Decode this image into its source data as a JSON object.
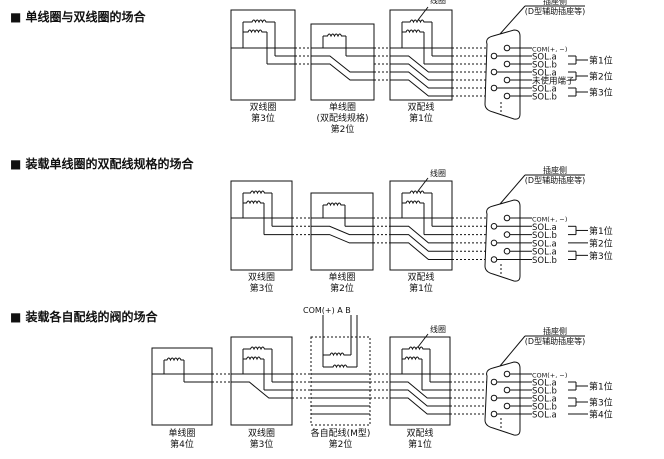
{
  "sections": [
    {
      "title": "■ 单线圈与双线圈的场合",
      "coil_label": "线圈",
      "connector_label": "插座侧",
      "connector_sub": "(D型辅助插座等)",
      "valves": [
        {
          "type": "double",
          "consumes": 2,
          "label": [
            "双线圈",
            "第3位"
          ]
        },
        {
          "type": "single",
          "consumes": 2,
          "label": [
            "单线圈",
            "(双配线规格)",
            "第2位"
          ]
        },
        {
          "type": "double",
          "consumes": 2,
          "label": [
            "双配线",
            "第1位"
          ]
        }
      ],
      "pins": [
        "COM(+, −)",
        "SOL.a",
        "SOL.b",
        "SOL.a",
        "未使用端子",
        "SOL.a",
        "SOL.b"
      ],
      "groups": [
        {
          "label": "第1位",
          "rows": [
            1,
            2
          ]
        },
        {
          "label": "第2位",
          "rows": [
            3,
            4
          ]
        },
        {
          "label": "第3位",
          "rows": [
            5,
            6
          ]
        }
      ]
    },
    {
      "title": "■ 装载单线圈的双配线规格的场合",
      "coil_label": "线圈",
      "connector_label": "插座侧",
      "connector_sub": "(D型辅助插座等)",
      "valves": [
        {
          "type": "double",
          "consumes": 2,
          "label": [
            "双线圈",
            "第3位"
          ]
        },
        {
          "type": "single",
          "consumes": 1,
          "label": [
            "单线圈",
            "第2位"
          ]
        },
        {
          "type": "double",
          "consumes": 2,
          "label": [
            "双配线",
            "第1位"
          ]
        }
      ],
      "pins": [
        "COM(+, −)",
        "SOL.a",
        "SOL.b",
        "SOL.a",
        "SOL.a",
        "SOL.b"
      ],
      "groups": [
        {
          "label": "第1位",
          "rows": [
            1,
            2
          ]
        },
        {
          "label": "第2位",
          "rows": [
            3,
            3
          ]
        },
        {
          "label": "第3位",
          "rows": [
            4,
            5
          ]
        }
      ]
    },
    {
      "title": "■ 装载各自配线的阀的场合",
      "coil_label": "线圈",
      "connector_label": "插座侧",
      "connector_sub": "(D型辅助插座等)",
      "m_type_label": "COM(+)  A B",
      "valves": [
        {
          "type": "single",
          "consumes": 1,
          "label": [
            "单线圈",
            "第4位"
          ]
        },
        {
          "type": "double",
          "consumes": 2,
          "label": [
            "双线圈",
            "第3位"
          ]
        },
        {
          "type": "mtype",
          "consumes": 0,
          "label": [
            "各自配线(M型)",
            "第2位"
          ]
        },
        {
          "type": "double",
          "consumes": 2,
          "label": [
            "双配线",
            "第1位"
          ]
        }
      ],
      "pins": [
        "COM(+, −)",
        "SOL.a",
        "SOL.b",
        "SOL.a",
        "SOL.b",
        "SOL.a"
      ],
      "groups": [
        {
          "label": "第1位",
          "rows": [
            1,
            2
          ]
        },
        {
          "label": "第3位",
          "rows": [
            3,
            4
          ]
        },
        {
          "label": "第4位",
          "rows": [
            5,
            5
          ]
        }
      ]
    }
  ]
}
